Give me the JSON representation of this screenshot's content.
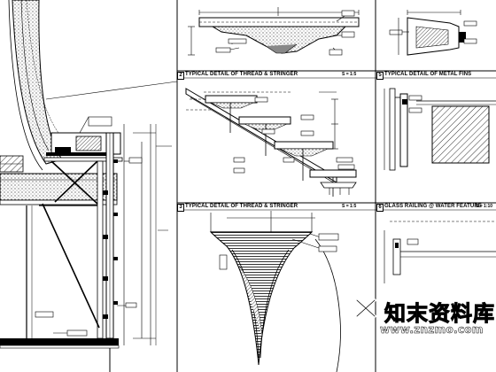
{
  "panels": [
    {
      "number": "2",
      "title": "TYPICAL DETAIL OF THREAD & STRINGER",
      "scale": "S = 1:5"
    },
    {
      "number": "5",
      "title": "TYPICAL DETAIL OF METAL FINS",
      "scale": ""
    },
    {
      "number": "3",
      "title": "TYPICAL DETAIL OF THREAD & STRINGER",
      "scale": "S = 1:5"
    },
    {
      "number": "6",
      "title": "GLASS RAILING @ WATER FEATURE",
      "scale": "S = 1:10"
    }
  ],
  "watermark": {
    "logo_text": "知末资料库",
    "url": "www.znzmo.com",
    "logo_color": "#ffffff",
    "outline_color": "#000000"
  }
}
